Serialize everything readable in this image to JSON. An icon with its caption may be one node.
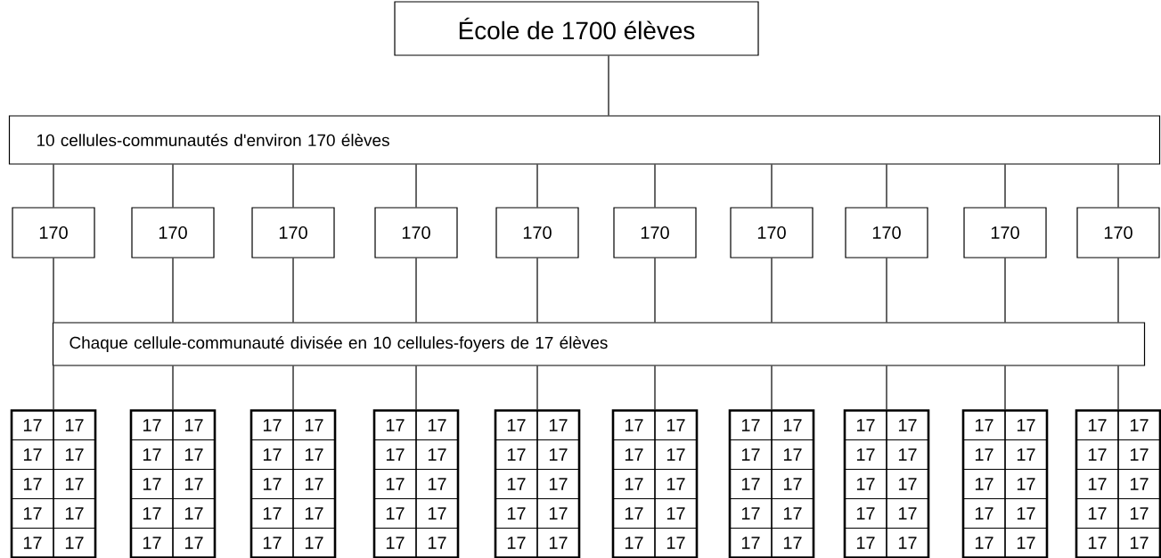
{
  "diagram": {
    "nodes": [
      {
        "text": [
          "École de 1700 élèves"
        ]
      },
      {
        "text": [
          "10 cellules-communautés d'environ 170 élèves"
        ]
      },
      {
        "text": [
          "170"
        ]
      },
      {
        "text": [
          "170"
        ]
      },
      {
        "text": [
          "170"
        ]
      },
      {
        "text": [
          "170"
        ]
      },
      {
        "text": [
          "170"
        ]
      },
      {
        "text": [
          "170"
        ]
      },
      {
        "text": [
          "170"
        ]
      },
      {
        "text": [
          "170"
        ]
      },
      {
        "text": [
          "170"
        ]
      },
      {
        "text": [
          "170"
        ]
      },
      {
        "text": [
          "Chaque cellule-communauté divisée en 10 cellules-foyers de 17 élèves"
        ]
      },
      {
        "text": [],
        "shape": "box"
      },
      {
        "text": [
          "17"
        ],
        "in": 13
      },
      {
        "text": [
          "17"
        ],
        "in": 13
      },
      {
        "text": [
          "17"
        ],
        "in": 13
      },
      {
        "text": [
          "17"
        ],
        "in": 13
      },
      {
        "text": [
          "17"
        ],
        "in": 13
      },
      {
        "text": [
          "17"
        ],
        "in": 13
      },
      {
        "text": [
          "17"
        ],
        "in": 13
      },
      {
        "text": [
          "17"
        ],
        "in": 13
      },
      {
        "text": [
          "17"
        ],
        "in": 13
      },
      {
        "text": [
          "17"
        ],
        "in": 13
      },
      {
        "text": [],
        "shape": "box"
      },
      {
        "text": [
          "17"
        ],
        "in": 24
      },
      {
        "text": [
          "17"
        ],
        "in": 24
      },
      {
        "text": [
          "17"
        ],
        "in": 24
      },
      {
        "text": [
          "17"
        ],
        "in": 24
      },
      {
        "text": [
          "17"
        ],
        "in": 24
      },
      {
        "text": [
          "17"
        ],
        "in": 24
      },
      {
        "text": [
          "17"
        ],
        "in": 24
      },
      {
        "text": [
          "17"
        ],
        "in": 24
      },
      {
        "text": [
          "17"
        ],
        "in": 24
      },
      {
        "text": [
          "17"
        ],
        "in": 24
      },
      {
        "text": [],
        "shape": "box"
      },
      {
        "text": [
          "17"
        ],
        "in": 35
      },
      {
        "text": [
          "17"
        ],
        "in": 35
      },
      {
        "text": [
          "17"
        ],
        "in": 35
      },
      {
        "text": [
          "17"
        ],
        "in": 35
      },
      {
        "text": [
          "17"
        ],
        "in": 35
      },
      {
        "text": [
          "17"
        ],
        "in": 35
      },
      {
        "text": [
          "17"
        ],
        "in": 35
      },
      {
        "text": [
          "17"
        ],
        "in": 35
      },
      {
        "text": [
          "17"
        ],
        "in": 35
      },
      {
        "text": [
          "17"
        ],
        "in": 35
      },
      {
        "text": [],
        "shape": "box"
      },
      {
        "text": [
          "17"
        ],
        "in": 46
      },
      {
        "text": [
          "17"
        ],
        "in": 46
      },
      {
        "text": [
          "17"
        ],
        "in": 46
      },
      {
        "text": [
          "17"
        ],
        "in": 46
      },
      {
        "text": [
          "17"
        ],
        "in": 46
      },
      {
        "text": [
          "17"
        ],
        "in": 46
      },
      {
        "text": [
          "17"
        ],
        "in": 46
      },
      {
        "text": [
          "17"
        ],
        "in": 46
      },
      {
        "text": [
          "17"
        ],
        "in": 46
      },
      {
        "text": [
          "17"
        ],
        "in": 46
      },
      {
        "text": [],
        "shape": "box"
      },
      {
        "text": [
          "17"
        ],
        "in": 57
      },
      {
        "text": [
          "17"
        ],
        "in": 57
      },
      {
        "text": [
          "17"
        ],
        "in": 57
      },
      {
        "text": [
          "17"
        ],
        "in": 57
      },
      {
        "text": [
          "17"
        ],
        "in": 57
      },
      {
        "text": [
          "17"
        ],
        "in": 57
      },
      {
        "text": [
          "17"
        ],
        "in": 57
      },
      {
        "text": [
          "17"
        ],
        "in": 57
      },
      {
        "text": [
          "17"
        ],
        "in": 57
      },
      {
        "text": [
          "17"
        ],
        "in": 57
      },
      {
        "text": [],
        "shape": "box"
      },
      {
        "text": [
          "17"
        ],
        "in": 68
      },
      {
        "text": [
          "17"
        ],
        "in": 68
      },
      {
        "text": [
          "17"
        ],
        "in": 68
      },
      {
        "text": [
          "17"
        ],
        "in": 68
      },
      {
        "text": [
          "17"
        ],
        "in": 68
      },
      {
        "text": [
          "17"
        ],
        "in": 68
      },
      {
        "text": [
          "17"
        ],
        "in": 68
      },
      {
        "text": [
          "17"
        ],
        "in": 68
      },
      {
        "text": [
          "17"
        ],
        "in": 68
      },
      {
        "text": [
          "17"
        ],
        "in": 68
      },
      {
        "text": [],
        "shape": "box"
      },
      {
        "text": [
          "17"
        ],
        "in": 79
      },
      {
        "text": [
          "17"
        ],
        "in": 79
      },
      {
        "text": [
          "17"
        ],
        "in": 79
      },
      {
        "text": [
          "17"
        ],
        "in": 79
      },
      {
        "text": [
          "17"
        ],
        "in": 79
      },
      {
        "text": [
          "17"
        ],
        "in": 79
      },
      {
        "text": [
          "17"
        ],
        "in": 79
      },
      {
        "text": [
          "17"
        ],
        "in": 79
      },
      {
        "text": [
          "17"
        ],
        "in": 79
      },
      {
        "text": [
          "17"
        ],
        "in": 79
      },
      {
        "text": [],
        "shape": "box"
      },
      {
        "text": [
          "17"
        ],
        "in": 90
      },
      {
        "text": [
          "17"
        ],
        "in": 90
      },
      {
        "text": [
          "17"
        ],
        "in": 90
      },
      {
        "text": [
          "17"
        ],
        "in": 90
      },
      {
        "text": [
          "17"
        ],
        "in": 90
      },
      {
        "text": [
          "17"
        ],
        "in": 90
      },
      {
        "text": [
          "17"
        ],
        "in": 90
      },
      {
        "text": [
          "17"
        ],
        "in": 90
      },
      {
        "text": [
          "17"
        ],
        "in": 90
      },
      {
        "text": [
          "17"
        ],
        "in": 90
      },
      {
        "text": [],
        "shape": "box"
      },
      {
        "text": [
          "17"
        ],
        "in": 101
      },
      {
        "text": [
          "17"
        ],
        "in": 101
      },
      {
        "text": [
          "17"
        ],
        "in": 101
      },
      {
        "text": [
          "17"
        ],
        "in": 101
      },
      {
        "text": [
          "17"
        ],
        "in": 101
      },
      {
        "text": [
          "17"
        ],
        "in": 101
      },
      {
        "text": [
          "17"
        ],
        "in": 101
      },
      {
        "text": [
          "17"
        ],
        "in": 101
      },
      {
        "text": [
          "17"
        ],
        "in": 101
      },
      {
        "text": [
          "17"
        ],
        "in": 101
      },
      {
        "text": [],
        "shape": "box"
      },
      {
        "text": [
          "17"
        ],
        "in": 112
      },
      {
        "text": [
          "17"
        ],
        "in": 112
      },
      {
        "text": [
          "17"
        ],
        "in": 112
      },
      {
        "text": [
          "17"
        ],
        "in": 112
      },
      {
        "text": [
          "17"
        ],
        "in": 112
      },
      {
        "text": [
          "17"
        ],
        "in": 112
      },
      {
        "text": [
          "17"
        ],
        "in": 112
      },
      {
        "text": [
          "17"
        ],
        "in": 112
      },
      {
        "text": [
          "17"
        ],
        "in": 112
      },
      {
        "text": [
          "17"
        ],
        "in": 112
      }
    ],
    "edges": [
      {
        "from": 0,
        "to": 1,
        "arrow": "none"
      },
      {
        "from": 1,
        "to": 2,
        "arrow": "none"
      },
      {
        "from": 1,
        "to": 3,
        "arrow": "none"
      },
      {
        "from": 1,
        "to": 4,
        "arrow": "none"
      },
      {
        "from": 1,
        "to": 5,
        "arrow": "none"
      },
      {
        "from": 1,
        "to": 6,
        "arrow": "none"
      },
      {
        "from": 1,
        "to": 7,
        "arrow": "none"
      },
      {
        "from": 1,
        "to": 8,
        "arrow": "none"
      },
      {
        "from": 1,
        "to": 9,
        "arrow": "none"
      },
      {
        "from": 1,
        "to": 10,
        "arrow": "none"
      },
      {
        "from": 1,
        "to": 11,
        "arrow": "none"
      },
      {
        "from": 2,
        "to": 12,
        "arrow": "none"
      },
      {
        "from": 3,
        "to": 12,
        "arrow": "none"
      },
      {
        "from": 4,
        "to": 12,
        "arrow": "none"
      },
      {
        "from": 5,
        "to": 12,
        "arrow": "none"
      },
      {
        "from": 6,
        "to": 12,
        "arrow": "none"
      },
      {
        "from": 7,
        "to": 12,
        "arrow": "none"
      },
      {
        "from": 8,
        "to": 12,
        "arrow": "none"
      },
      {
        "from": 9,
        "to": 12,
        "arrow": "none"
      },
      {
        "from": 10,
        "to": 12,
        "arrow": "none"
      },
      {
        "from": 11,
        "to": 12,
        "arrow": "none"
      },
      {
        "from": 12,
        "to": 13,
        "arrow": "none"
      },
      {
        "from": 12,
        "to": 24,
        "arrow": "none"
      },
      {
        "from": 12,
        "to": 35,
        "arrow": "none"
      },
      {
        "from": 12,
        "to": 46,
        "arrow": "none"
      },
      {
        "from": 12,
        "to": 57,
        "arrow": "none"
      },
      {
        "from": 12,
        "to": 68,
        "arrow": "none"
      },
      {
        "from": 12,
        "to": 79,
        "arrow": "none"
      },
      {
        "from": 12,
        "to": 90,
        "arrow": "none"
      },
      {
        "from": 12,
        "to": 101,
        "arrow": "none"
      },
      {
        "from": 12,
        "to": 112,
        "arrow": "none"
      }
    ]
  }
}
